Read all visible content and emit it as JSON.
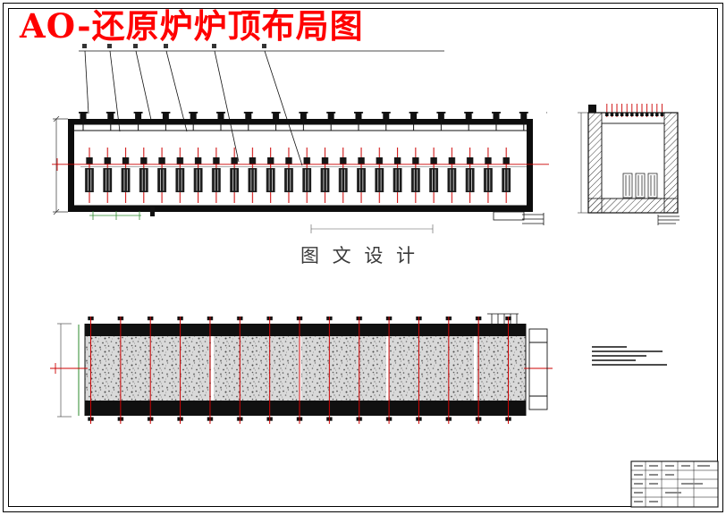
{
  "sheet": {
    "title": "AO-还原炉炉顶布局图",
    "caption": "图 文 设 计",
    "title_color": "#ff0000",
    "accent_red": "#cc0000",
    "accent_green": "#2e8b2e",
    "line_color": "#111111",
    "stipple_base": "#d9d9d9",
    "background": "#ffffff"
  },
  "views": {
    "plan_view": {
      "roof_fittings_count": 17,
      "electrode_count": 24,
      "leader_count": 6
    },
    "section_view": {
      "burner_tick_count": 12,
      "inner_component_count": 3
    },
    "elevation_view": {
      "axis_line_count": 15,
      "panel_seam_count": 4
    },
    "notes": {
      "line_count": 5
    },
    "title_block": {
      "rows": 5,
      "columns": 5
    }
  }
}
